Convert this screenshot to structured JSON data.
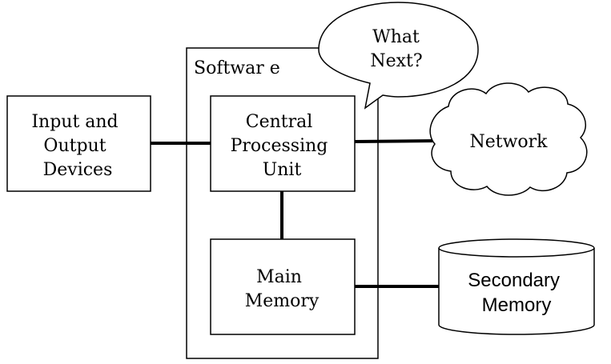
{
  "software_label": "Softwar e",
  "speech_bubble": {
    "lines": [
      "What",
      "Next?"
    ]
  },
  "input_output": {
    "lines": [
      "Input and",
      "Output",
      "Devices"
    ]
  },
  "cpu": {
    "lines": [
      "Central",
      "Processing",
      "Unit"
    ]
  },
  "main_memory": {
    "lines": [
      "Main",
      "Memory"
    ]
  },
  "network": {
    "lines": [
      "Network"
    ]
  },
  "secondary_memory": {
    "lines": [
      "Secondary",
      "Memory"
    ]
  }
}
